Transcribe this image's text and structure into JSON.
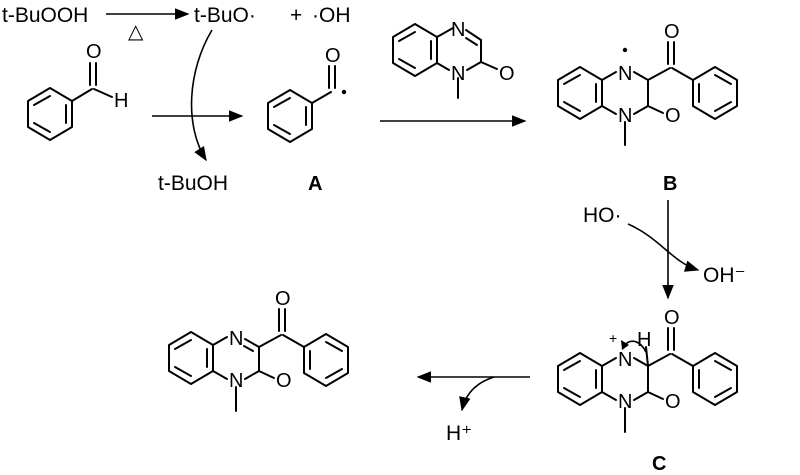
{
  "reagents": {
    "tbuooh": "t-BuOOH",
    "heat_symbol": "△",
    "tbuo_radical": "t-BuO·",
    "plus": "+",
    "oh_radical": "·OH",
    "tbuoh": "t-BuOH",
    "ho_radical": "HO·",
    "hydroxide": "OH⁻",
    "proton": "H⁺"
  },
  "atoms": {
    "oxygen": "O",
    "nitrogen": "N",
    "hydrogen": "H",
    "plus_charge": "+"
  },
  "labels": {
    "A": "A",
    "B": "B",
    "C": "C"
  }
}
